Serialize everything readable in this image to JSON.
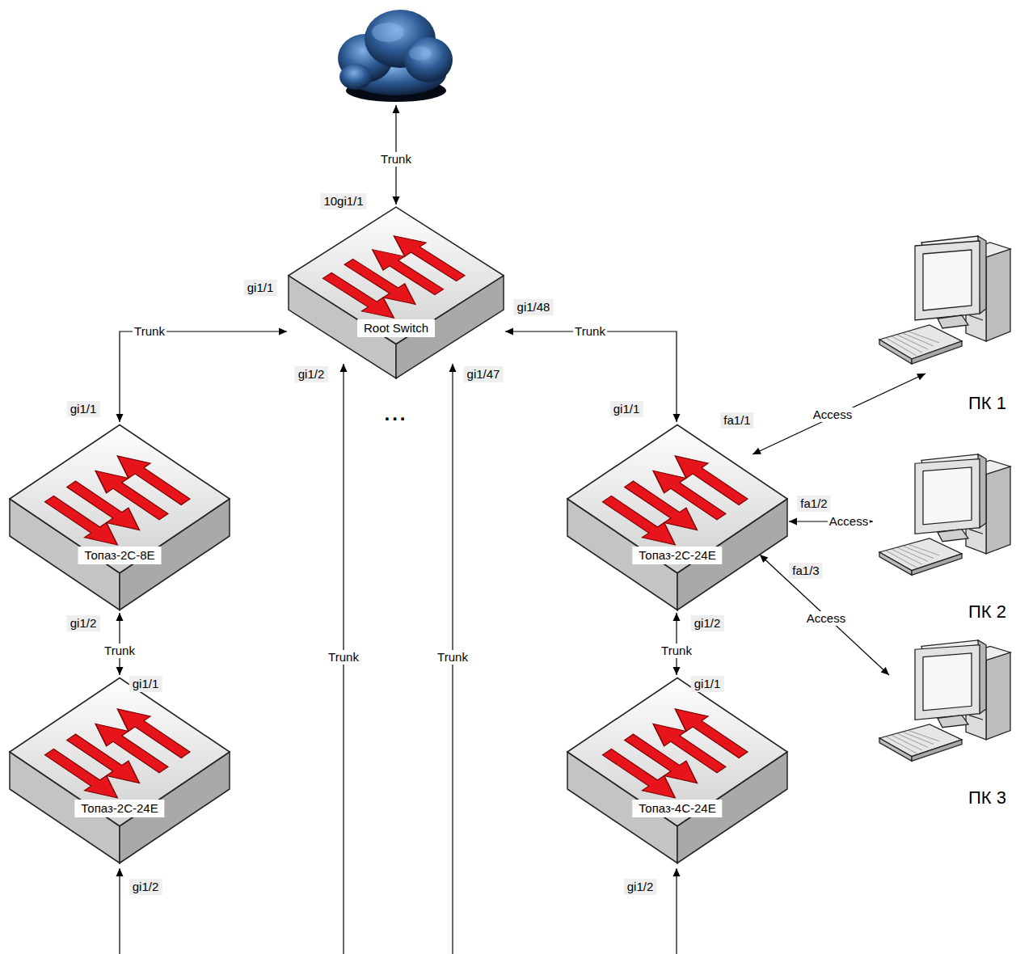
{
  "diagram": {
    "nodes": [
      {
        "text": [
          "Root Switch"
        ]
      },
      {
        "text": [
          "Топаз-2С-8Е"
        ]
      },
      {
        "text": [
          "Топаз-2С-24Е"
        ]
      },
      {
        "text": [
          "ПК 1"
        ]
      },
      {
        "text": [
          "ПК 2"
        ]
      },
      {
        "text": [
          "ПК 3"
        ]
      },
      {
        "text": [
          "Топаз-2С-24Е"
        ]
      },
      {
        "text": [
          "Топаз-4С-24Е"
        ]
      }
    ],
    "edges": [
      {
        "from": 0,
        "to": 1,
        "arrow": "both",
        "label": "Trunk"
      },
      {
        "from": 0,
        "to": 2,
        "arrow": "both",
        "label": "Trunk"
      },
      {
        "from": 2,
        "to": 3,
        "arrow": "both",
        "label": "Access"
      },
      {
        "from": 2,
        "to": 4,
        "arrow": "both",
        "label": "Access"
      },
      {
        "from": 2,
        "to": 5,
        "arrow": "both",
        "label": "Access"
      },
      {
        "from": 1,
        "to": 6,
        "arrow": "both",
        "label": "Trunk"
      },
      {
        "from": 2,
        "to": 7,
        "arrow": "both",
        "label": "Trunk"
      }
    ],
    "labels": [
      "10gi1/1",
      "Trunk",
      "gi1/1",
      "gi1/48",
      "gi1/2",
      "gi1/47",
      "...",
      "gi1/1",
      "gi1/1",
      "fa1/1",
      "fa1/2",
      "fa1/3",
      "gi1/2",
      "gi1/2",
      "gi1/1",
      "gi1/1",
      "gi1/2",
      "gi1/2",
      "Trunk",
      "Trunk"
    ]
  }
}
